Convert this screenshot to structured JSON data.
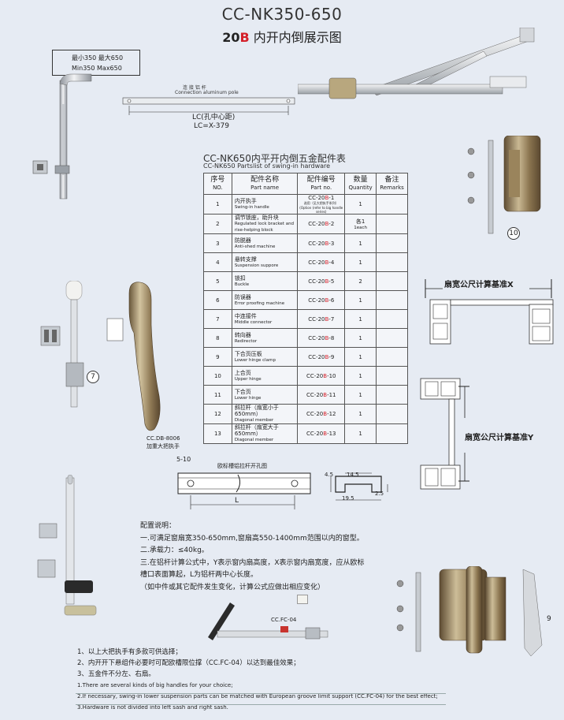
{
  "header": {
    "model": "CC-NK350-650",
    "code_num": "20",
    "code_letter": "B",
    "title": "内开内倒展示图"
  },
  "range": {
    "cn": "最小350  最大650",
    "en": "Min350  Max650"
  },
  "pole": {
    "cn": "连 接 铝 杆",
    "en": "Connection aluminum pole"
  },
  "lc": {
    "line1": "LC(孔中心距)",
    "line2": "LC=X-379"
  },
  "table": {
    "title": "CC-NK650内平开内倒五金配件表",
    "subtitle": "CC-NK650 Partslist of swing-in hardware",
    "headers": [
      {
        "cn": "序号",
        "en": "NO."
      },
      {
        "cn": "配件名称",
        "en": "Part name"
      },
      {
        "cn": "配件编号",
        "en": "Part no."
      },
      {
        "cn": "数量",
        "en": "Quantity"
      },
      {
        "cn": "备注",
        "en": "Remarks"
      }
    ],
    "rows": [
      {
        "no": "1",
        "cn": "内开执手",
        "en": "Swing-in handle",
        "pre": "CC-20",
        "letter": "B",
        "post": "-1",
        "note": "选用（见大把执手系列）(Option (refer to big handle series)",
        "qty": "1",
        "qty_en": "",
        "remark": ""
      },
      {
        "no": "2",
        "cn": "调节锁座，助升块",
        "en": "Regulated lock bracket and rise-helping block",
        "pre": "CC-20",
        "letter": "B",
        "post": "-2",
        "note": "",
        "qty": "各1",
        "qty_en": "1each",
        "remark": ""
      },
      {
        "no": "3",
        "cn": "防脱器",
        "en": "Anti-shed machine",
        "pre": "CC-20",
        "letter": "B",
        "post": "-3",
        "note": "",
        "qty": "1",
        "qty_en": "",
        "remark": ""
      },
      {
        "no": "4",
        "cn": "悬转支撑",
        "en": "Suspension suppore",
        "pre": "CC-20",
        "letter": "B",
        "post": "-4",
        "note": "",
        "qty": "1",
        "qty_en": "",
        "remark": ""
      },
      {
        "no": "5",
        "cn": "锁扣",
        "en": "Buckle",
        "pre": "CC-20",
        "letter": "B",
        "post": "-5",
        "note": "",
        "qty": "2",
        "qty_en": "",
        "remark": ""
      },
      {
        "no": "6",
        "cn": "防误器",
        "en": "Error proofing machine",
        "pre": "CC-20",
        "letter": "B",
        "post": "-6",
        "note": "",
        "qty": "1",
        "qty_en": "",
        "remark": ""
      },
      {
        "no": "7",
        "cn": "中连接件",
        "en": "Middle connector",
        "pre": "CC-20",
        "letter": "B",
        "post": "-7",
        "note": "",
        "qty": "1",
        "qty_en": "",
        "remark": ""
      },
      {
        "no": "8",
        "cn": "转向器",
        "en": "Redirector",
        "pre": "CC-20",
        "letter": "B",
        "post": "-8",
        "note": "",
        "qty": "1",
        "qty_en": "",
        "remark": ""
      },
      {
        "no": "9",
        "cn": "下合页压板",
        "en": "Lower hinge clamp",
        "pre": "CC-20",
        "letter": "B",
        "post": "-9",
        "note": "",
        "qty": "1",
        "qty_en": "",
        "remark": ""
      },
      {
        "no": "10",
        "cn": "上合页",
        "en": "Upper hinge",
        "pre": "CC-20",
        "letter": "B",
        "post": "-10",
        "note": "",
        "qty": "1",
        "qty_en": "",
        "remark": ""
      },
      {
        "no": "11",
        "cn": "下合页",
        "en": "Lower hinge",
        "pre": "CC-20",
        "letter": "B",
        "post": "-11",
        "note": "",
        "qty": "1",
        "qty_en": "",
        "remark": ""
      },
      {
        "no": "12",
        "cn": "斜拉杆（扇宽小于650mm）",
        "en": "Diagonal member",
        "pre": "CC-20",
        "letter": "B",
        "post": "-12",
        "note": "",
        "qty": "1",
        "qty_en": "",
        "remark": ""
      },
      {
        "no": "13",
        "cn": "斜拉杆（扇宽大于650mm）",
        "en": "Diagonal member",
        "pre": "CC-20",
        "letter": "B",
        "post": "-13",
        "note": "",
        "qty": "1",
        "qty_en": "",
        "remark": ""
      }
    ]
  },
  "labels": {
    "item10": "10",
    "item7": "7",
    "item9": "9",
    "sash_x": "扇宽公尺计算基准X",
    "sash_y": "扇宽公尺计算基准Y",
    "handle_code": "CC.DB-8006",
    "handle_name": "加重大把执手",
    "groove_title": "欧标槽铝拉杆开孔图",
    "dim_510": "5-10",
    "dim_L": "L",
    "dim_45": "4.5",
    "dim_145": "14.5",
    "dim_195": "19.5",
    "dim_25": "2.5",
    "fc04": "CC.FC-04"
  },
  "notes": {
    "heading": "配置说明：",
    "line1": "一.可满足窗扇宽350-650mm,窗扇高550-1400mm范围以内的窗型。",
    "line2": "二.承载力：≤40kg。",
    "line3": "三.在铝杆计算公式中，Y表示窗内扇高度，X表示窗内扇宽度，应从欧标",
    "line4": "槽口表面算起，L为铝杆两中心长度。",
    "line5": "（如中件或其它配件发生变化，计算公式应做出相应变化）"
  },
  "footer": {
    "cn1": "1、以上大把执手有多款可供选择；",
    "cn2": "2、内开开下悬组件必要时可配欧槽限位撑（CC.FC-04）以达到最佳效果；",
    "cn3": "3、五金件不分左、右扇。",
    "en1": "1.There are several kinds of big handles for your choice;",
    "en2": "2.If necessary, swing-in lower suspension parts can be matched with European groove limit support (CC.FC-04) for the best effect;",
    "en3": "3.Hardware is not divided into left sash and right sash."
  }
}
